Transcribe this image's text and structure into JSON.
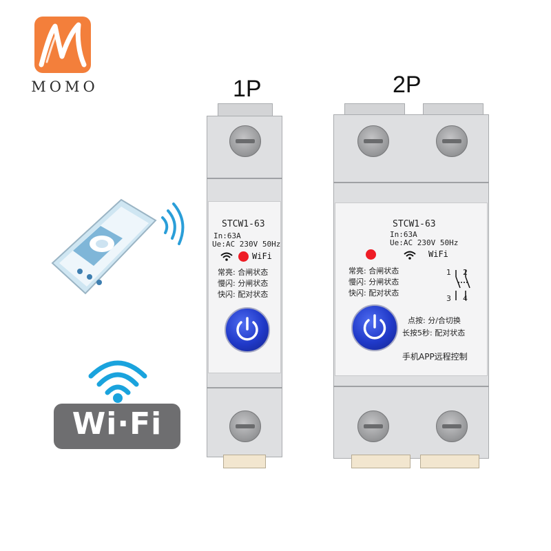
{
  "brand": {
    "name": "MOMO"
  },
  "product_1p": {
    "heading": "1P",
    "model": "STCW1-63",
    "rating_in": "In:63A",
    "rating_ue": "Ue:AC 230V 50Hz",
    "wifi_label": "WiFi",
    "status_lines": [
      "常亮: 合闸状态",
      "慢闪: 分闸状态",
      "快闪: 配对状态"
    ]
  },
  "product_2p": {
    "heading": "2P",
    "model": "STCW1-63",
    "rating_in": "In:63A",
    "rating_ue": "Ue:AC 230V 50Hz",
    "wifi_label": "WiFi",
    "status_lines": [
      "常亮: 合闸状态",
      "慢闪: 分闸状态",
      "快闪: 配对状态"
    ],
    "terminals": [
      "1",
      "2",
      "3",
      "4"
    ],
    "button_help": [
      "点按: 分/合切换",
      "长按5秒: 配对状态"
    ],
    "remote_control": "手机APP远程控制"
  },
  "wifi_badge": {
    "text": "Wi·Fi"
  },
  "colors": {
    "logo_orange": "#f37f3b",
    "wifi_blue": "#1aa3dd",
    "led_red": "#ee1c25",
    "button_blue": "#2039c8"
  }
}
